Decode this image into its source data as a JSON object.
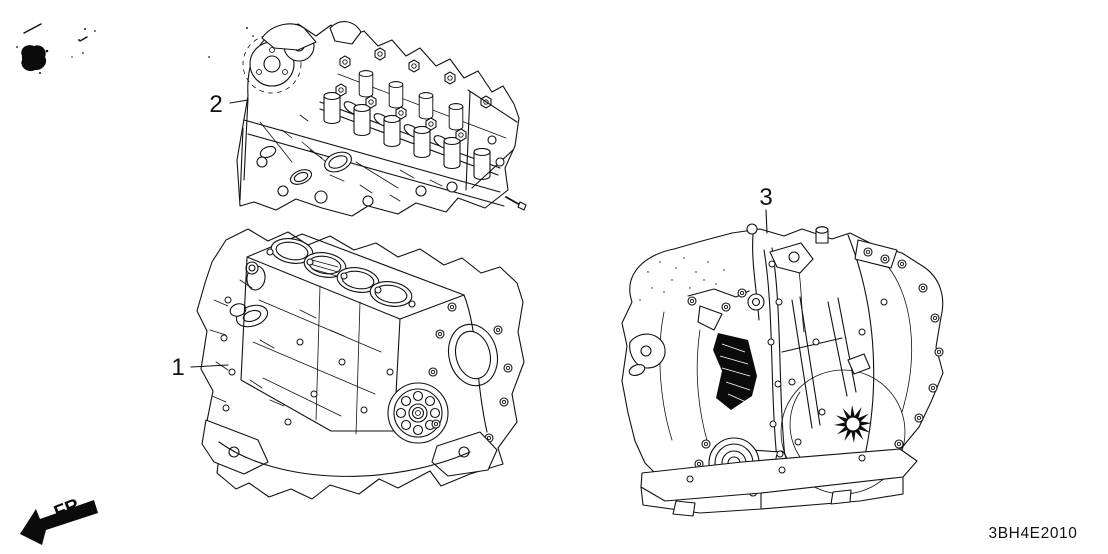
{
  "diagram": {
    "code": "3BH4E2010",
    "direction_label": "FR.",
    "callouts": [
      {
        "ref": "1"
      },
      {
        "ref": "2"
      },
      {
        "ref": "3"
      }
    ],
    "colors": {
      "line": "#111111",
      "background": "#ffffff",
      "ink": "#0b0b0b"
    }
  }
}
